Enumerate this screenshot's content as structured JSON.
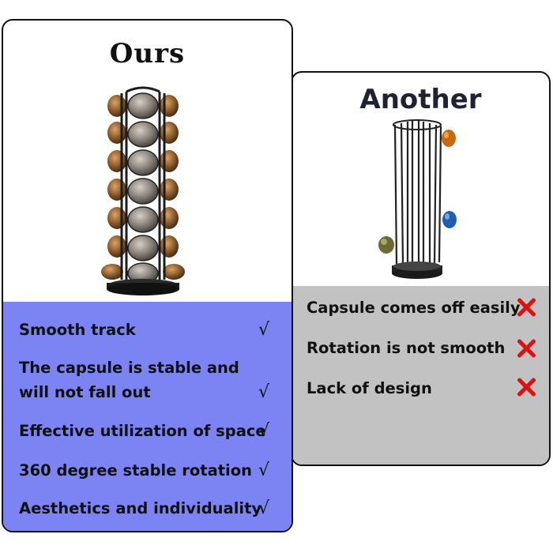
{
  "ours": {
    "title": "Ours",
    "features": [
      {
        "line1": "Smooth track",
        "line2": "",
        "mark": "√"
      },
      {
        "line1": "The capsule is stable and",
        "line2": "will not fall out",
        "mark": "√"
      },
      {
        "line1": "Effective utilization of space",
        "line2": "",
        "mark": "√"
      },
      {
        "line1": "360 degree stable rotation",
        "line2": "",
        "mark": "√"
      },
      {
        "line1": "Aesthetics and individuality",
        "line2": "",
        "mark": "√"
      }
    ],
    "panel_color": "#7b84f2"
  },
  "another": {
    "title": "Another",
    "features": [
      {
        "text": "Capsule comes off easily"
      },
      {
        "text": "Rotation is not smooth"
      },
      {
        "text": "Lack of design"
      }
    ],
    "panel_color": "#c2c2c2",
    "cross_color": "#e01010"
  }
}
